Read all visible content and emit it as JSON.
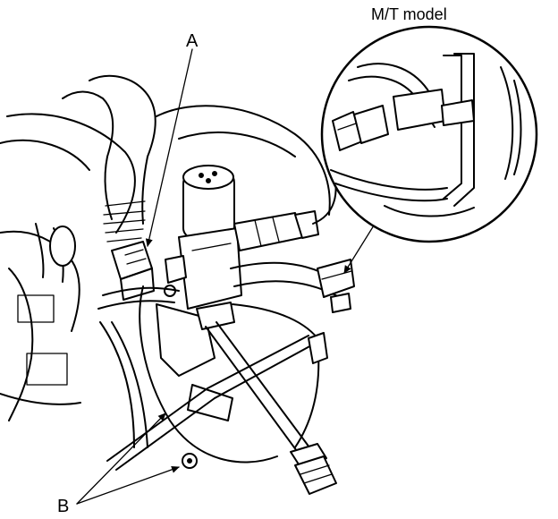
{
  "labels": {
    "part_a": "A",
    "part_b": "B",
    "inset_title": "M/T model"
  }
}
